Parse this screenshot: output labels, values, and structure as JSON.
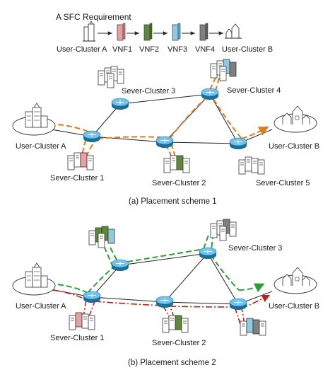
{
  "requirement": {
    "title": "A SFC Requirement",
    "chain": [
      "User-Cluster A",
      "VNF1",
      "VNF2",
      "VNF3",
      "VNF4",
      "User-Cluster B"
    ],
    "vnf_colors": {
      "VNF1": "#e8a0a0",
      "VNF2": "#5c8a3a",
      "VNF3": "#8ecae6",
      "VNF4": "#808080"
    }
  },
  "scheme1": {
    "caption": "(a) Placement scheme 1",
    "labels": {
      "user_a": "User-Cluster A",
      "user_b": "User-Cluster B",
      "sc1": "Sever-Cluster 1",
      "sc2": "Sever-Cluster 2",
      "sc3": "Sever-Cluster 3",
      "sc4": "Sever-Cluster 4",
      "sc5": "Sever-Cluster 5"
    },
    "path_color": "#e07b1f"
  },
  "scheme2": {
    "caption": "(b) Placement scheme 2",
    "labels": {
      "user_a": "User-Cluster A",
      "user_b": "User-Cluster B",
      "sc1": "Sever-Cluster 1",
      "sc2": "Sever-Cluster 2",
      "sc3": "Sever-Cluster 3"
    },
    "path_colors": {
      "green": "#2e9e3a",
      "red": "#c0201b"
    }
  }
}
